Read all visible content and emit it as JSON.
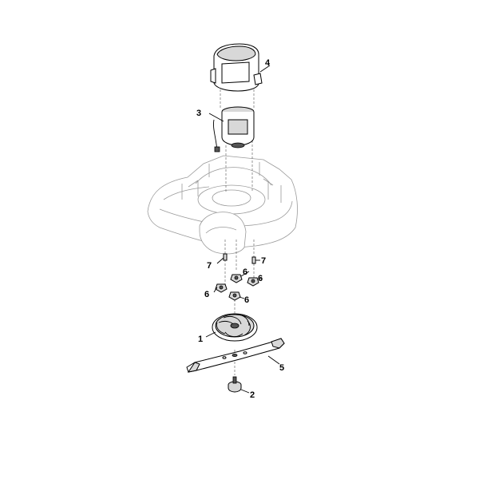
{
  "callouts": [
    {
      "id": "1",
      "text": "1"
    },
    {
      "id": "2",
      "text": "2"
    },
    {
      "id": "3",
      "text": "3"
    },
    {
      "id": "4",
      "text": "4"
    },
    {
      "id": "5",
      "text": "5"
    },
    {
      "id": "6a",
      "text": "6"
    },
    {
      "id": "6b",
      "text": "6"
    },
    {
      "id": "6c",
      "text": "6"
    },
    {
      "id": "6d",
      "text": "6"
    },
    {
      "id": "7a",
      "text": "7"
    },
    {
      "id": "7b",
      "text": "7"
    }
  ],
  "colors": {
    "line": "#000000",
    "ghost": "#9a9a9a",
    "part_fill": "#d8d8d8",
    "dark_fill": "#555555"
  }
}
